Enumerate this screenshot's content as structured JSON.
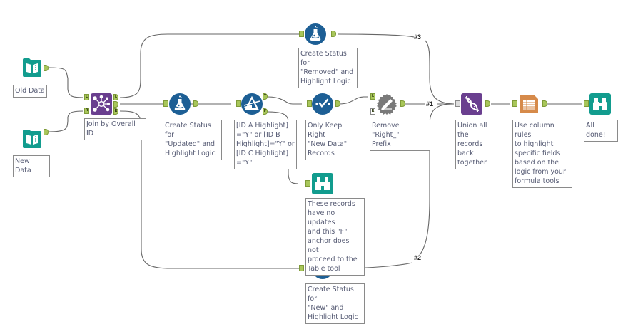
{
  "workflow": {
    "colors": {
      "input_teal": "#129c8e",
      "join_purple": "#6a3f8f",
      "formula_blue": "#1d5f95",
      "select_gray": "#7a7a7a",
      "table_orange": "#d68a4a",
      "anchor_green": "#a8c65a"
    },
    "tools": [
      {
        "id": "old-data",
        "icon": "input-data-icon",
        "label": "Old Data"
      },
      {
        "id": "new-data",
        "icon": "input-data-icon",
        "label": "New Data"
      },
      {
        "id": "join",
        "icon": "join-icon",
        "label": "Join by Overall ID",
        "anchors_in": [
          "L",
          "R"
        ],
        "anchors_out": [
          "L",
          "J",
          "R"
        ]
      },
      {
        "id": "formula-removed",
        "icon": "formula-icon",
        "label": "Create Status for\n\"Removed\" and\nHighlight Logic"
      },
      {
        "id": "formula-updated",
        "icon": "formula-icon",
        "label": "Create Status for\n\"Updated\" and\nHighlight Logic"
      },
      {
        "id": "formula-new",
        "icon": "formula-icon",
        "label": "Create Status for\n\"New\" and\nHighlight Logic"
      },
      {
        "id": "filter",
        "icon": "filter-icon",
        "label": "[ID A Highlight]\n=\"Y\" or [ID B\nHighlight]=\"Y\" or\n[ID C Highlight]\n=\"Y\"",
        "anchors_out": [
          "T",
          "F"
        ]
      },
      {
        "id": "select",
        "icon": "select-icon",
        "label": "Only Keep Right\n\"New Data\"\nRecords"
      },
      {
        "id": "dynamic-rename",
        "icon": "dynamic-rename-icon",
        "label": "Remove \"Right_\"\nPrefix",
        "anchors_in": [
          "L",
          "R"
        ]
      },
      {
        "id": "browse-false",
        "icon": "browse-icon",
        "label": "These records\nhave no updates\nand this \"F\"\nanchor does not\nproceed to the\nTable tool"
      },
      {
        "id": "union",
        "icon": "union-icon",
        "label": "Union all the\nrecords back\ntogether"
      },
      {
        "id": "table",
        "icon": "table-icon",
        "label": "Use column rules\nto highlight\nspecific fields\nbased on the\nlogic from your\nformula tools"
      },
      {
        "id": "browse-done",
        "icon": "browse-icon",
        "label": "All done!"
      }
    ],
    "connection_labels": [
      "#1",
      "#2",
      "#3"
    ]
  }
}
